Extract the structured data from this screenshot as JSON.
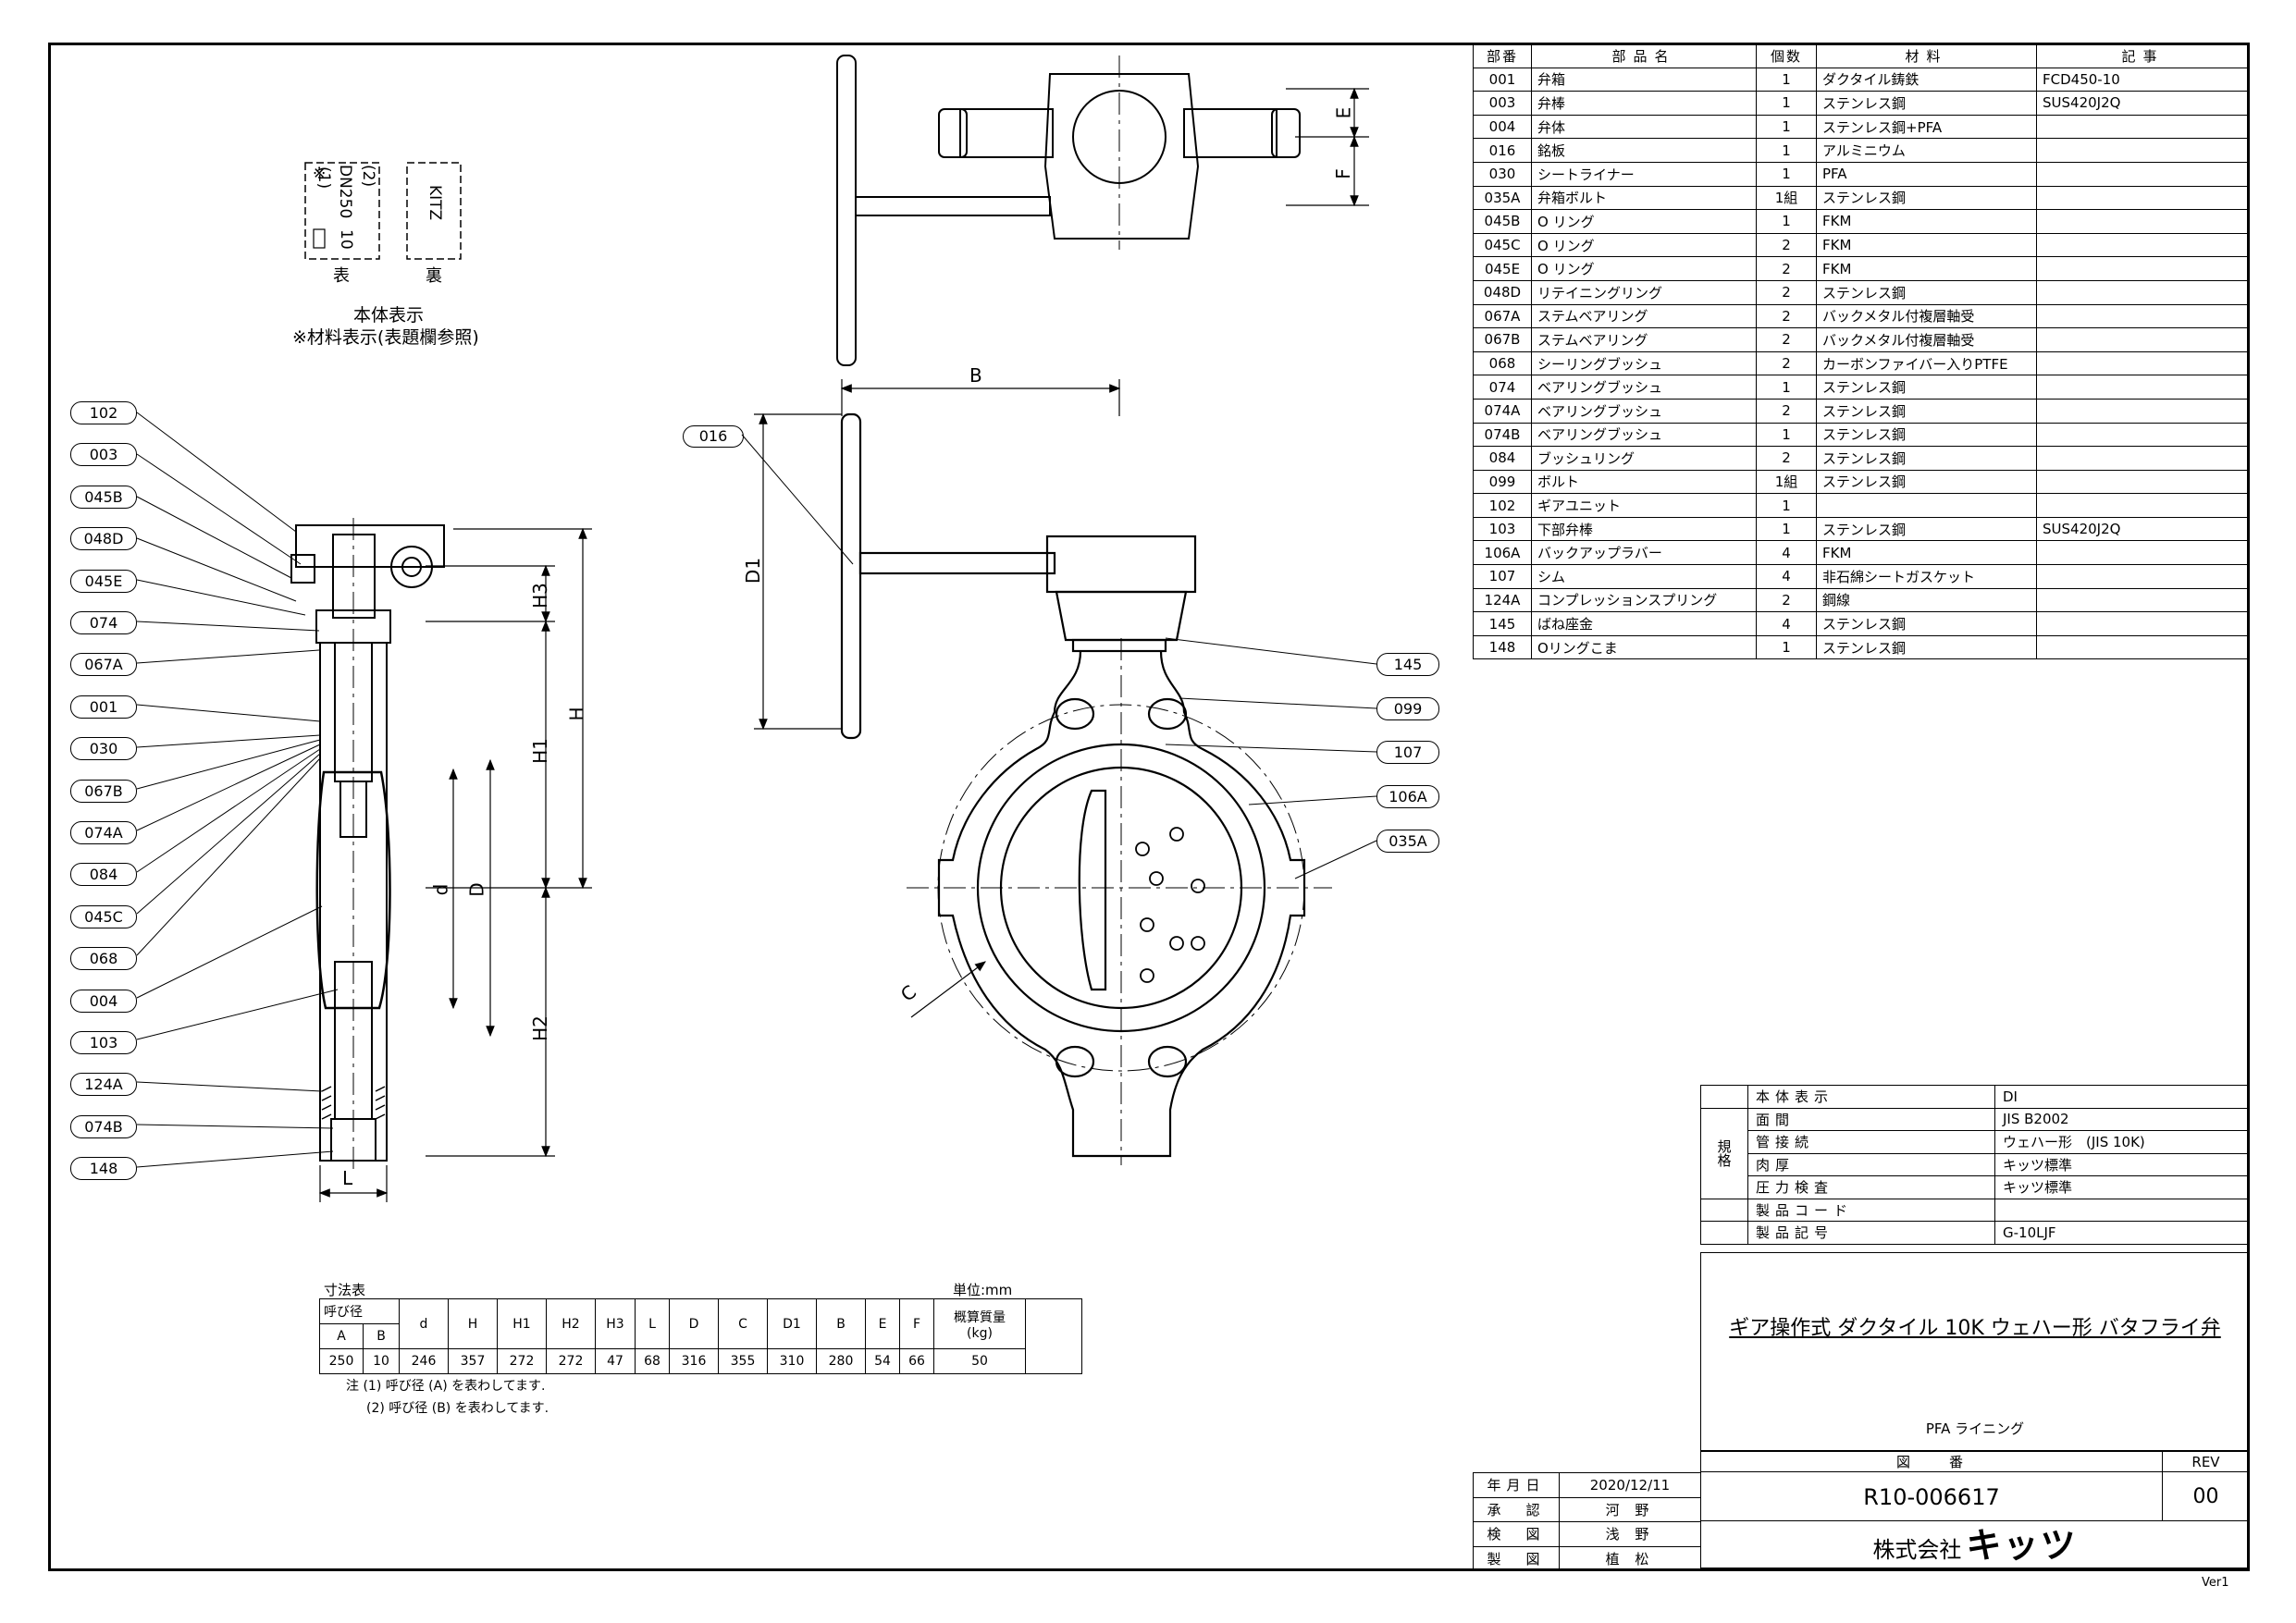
{
  "marking": {
    "front_lines": [
      "(1)",
      "DN250",
      "※"
    ],
    "front_lines2": [
      "(2)",
      "10"
    ],
    "back_text": "KITZ",
    "label_front": "表",
    "label_back": "裏",
    "title": "本体表示",
    "note": "※材料表示(表題欄参照)"
  },
  "balloons_left": [
    "102",
    "003",
    "045B",
    "048D",
    "045E",
    "074",
    "067A",
    "001",
    "030",
    "067B",
    "074A",
    "084",
    "045C",
    "068",
    "004",
    "103",
    "124A",
    "074B",
    "148"
  ],
  "balloons_right": [
    "145",
    "099",
    "107",
    "106A",
    "035A"
  ],
  "balloon_top": "016",
  "dim_labels": {
    "E": "E",
    "F": "F",
    "B": "B",
    "D1": "D1",
    "H3": "H3",
    "H": "H",
    "H1": "H1",
    "H2": "H2",
    "d": "d",
    "D": "D",
    "L": "L",
    "C": "C"
  },
  "parts_table": {
    "headers": [
      "部番",
      "部品名",
      "個数",
      "材料",
      "記事"
    ],
    "rows": [
      [
        "001",
        "弁箱",
        "1",
        "ダクタイル鋳鉄",
        "FCD450-10"
      ],
      [
        "003",
        "弁棒",
        "1",
        "ステンレス鋼",
        "SUS420J2Q"
      ],
      [
        "004",
        "弁体",
        "1",
        "ステンレス鋼+PFA",
        ""
      ],
      [
        "016",
        "銘板",
        "1",
        "アルミニウム",
        ""
      ],
      [
        "030",
        "シートライナー",
        "1",
        "PFA",
        ""
      ],
      [
        "035A",
        "弁箱ボルト",
        "1組",
        "ステンレス鋼",
        ""
      ],
      [
        "045B",
        "O リング",
        "1",
        "FKM",
        ""
      ],
      [
        "045C",
        "O リング",
        "2",
        "FKM",
        ""
      ],
      [
        "045E",
        "O リング",
        "2",
        "FKM",
        ""
      ],
      [
        "048D",
        "リテイニングリング",
        "2",
        "ステンレス鋼",
        ""
      ],
      [
        "067A",
        "ステムベアリング",
        "2",
        "バックメタル付複層軸受",
        ""
      ],
      [
        "067B",
        "ステムベアリング",
        "2",
        "バックメタル付複層軸受",
        ""
      ],
      [
        "068",
        "シーリングブッシュ",
        "2",
        "カーボンファイバー入りPTFE",
        ""
      ],
      [
        "074",
        "ベアリングブッシュ",
        "1",
        "ステンレス鋼",
        ""
      ],
      [
        "074A",
        "ベアリングブッシュ",
        "2",
        "ステンレス鋼",
        ""
      ],
      [
        "074B",
        "ベアリングブッシュ",
        "1",
        "ステンレス鋼",
        ""
      ],
      [
        "084",
        "ブッシュリング",
        "2",
        "ステンレス鋼",
        ""
      ],
      [
        "099",
        "ボルト",
        "1組",
        "ステンレス鋼",
        ""
      ],
      [
        "102",
        "ギアユニット",
        "1",
        "",
        ""
      ],
      [
        "103",
        "下部弁棒",
        "1",
        "ステンレス鋼",
        "SUS420J2Q"
      ],
      [
        "106A",
        "バックアップラバー",
        "4",
        "FKM",
        ""
      ],
      [
        "107",
        "シム",
        "4",
        "非石綿シートガスケット",
        ""
      ],
      [
        "124A",
        "コンプレッションスプリング",
        "2",
        "鋼線",
        ""
      ],
      [
        "145",
        "ばね座金",
        "4",
        "ステンレス鋼",
        ""
      ],
      [
        "148",
        "Oリングこま",
        "1",
        "ステンレス鋼",
        ""
      ]
    ]
  },
  "dim_table": {
    "caption": "寸法表",
    "unit": "単位:mm",
    "nominal": "呼び径",
    "headers": [
      "A",
      "B",
      "d",
      "H",
      "H1",
      "H2",
      "H3",
      "L",
      "D",
      "C",
      "D1",
      "B",
      "E",
      "F"
    ],
    "mass_header_1": "概算質量",
    "mass_header_2": "(kg)",
    "values": [
      "250",
      "10",
      "246",
      "357",
      "272",
      "272",
      "47",
      "68",
      "316",
      "355",
      "310",
      "280",
      "54",
      "66",
      "50"
    ],
    "notes": [
      "注 (1) 呼び径 (A) を表わしてます.",
      "(2) 呼び径 (B) を表わしてます."
    ]
  },
  "spec": {
    "rows": [
      [
        "本体表示",
        "DI"
      ],
      [
        "面間",
        "JIS B2002"
      ],
      [
        "管接続",
        "ウェハー形　(JIS 10K)"
      ],
      [
        "肉厚",
        "キッツ標準"
      ],
      [
        "圧力検査",
        "キッツ標準"
      ],
      [
        "製品コード",
        ""
      ],
      [
        "製品記号",
        "G-10LJF"
      ]
    ],
    "group_label": "規格",
    "title": "ギア操作式 ダクタイル 10K ウェハー形 バタフライ弁",
    "subtitle": "PFA ライニング",
    "drawing_no_label": "図　　番",
    "rev_label": "REV",
    "drawing_no": "R10-006617",
    "rev": "00",
    "company_prefix": "株式会社",
    "company_logo": "キッツ"
  },
  "approvals": [
    [
      "年月日",
      "2020/12/11"
    ],
    [
      "承　認",
      "河 野"
    ],
    [
      "検　図",
      "浅 野"
    ],
    [
      "製　図",
      "植 松"
    ]
  ],
  "version": "Ver1"
}
